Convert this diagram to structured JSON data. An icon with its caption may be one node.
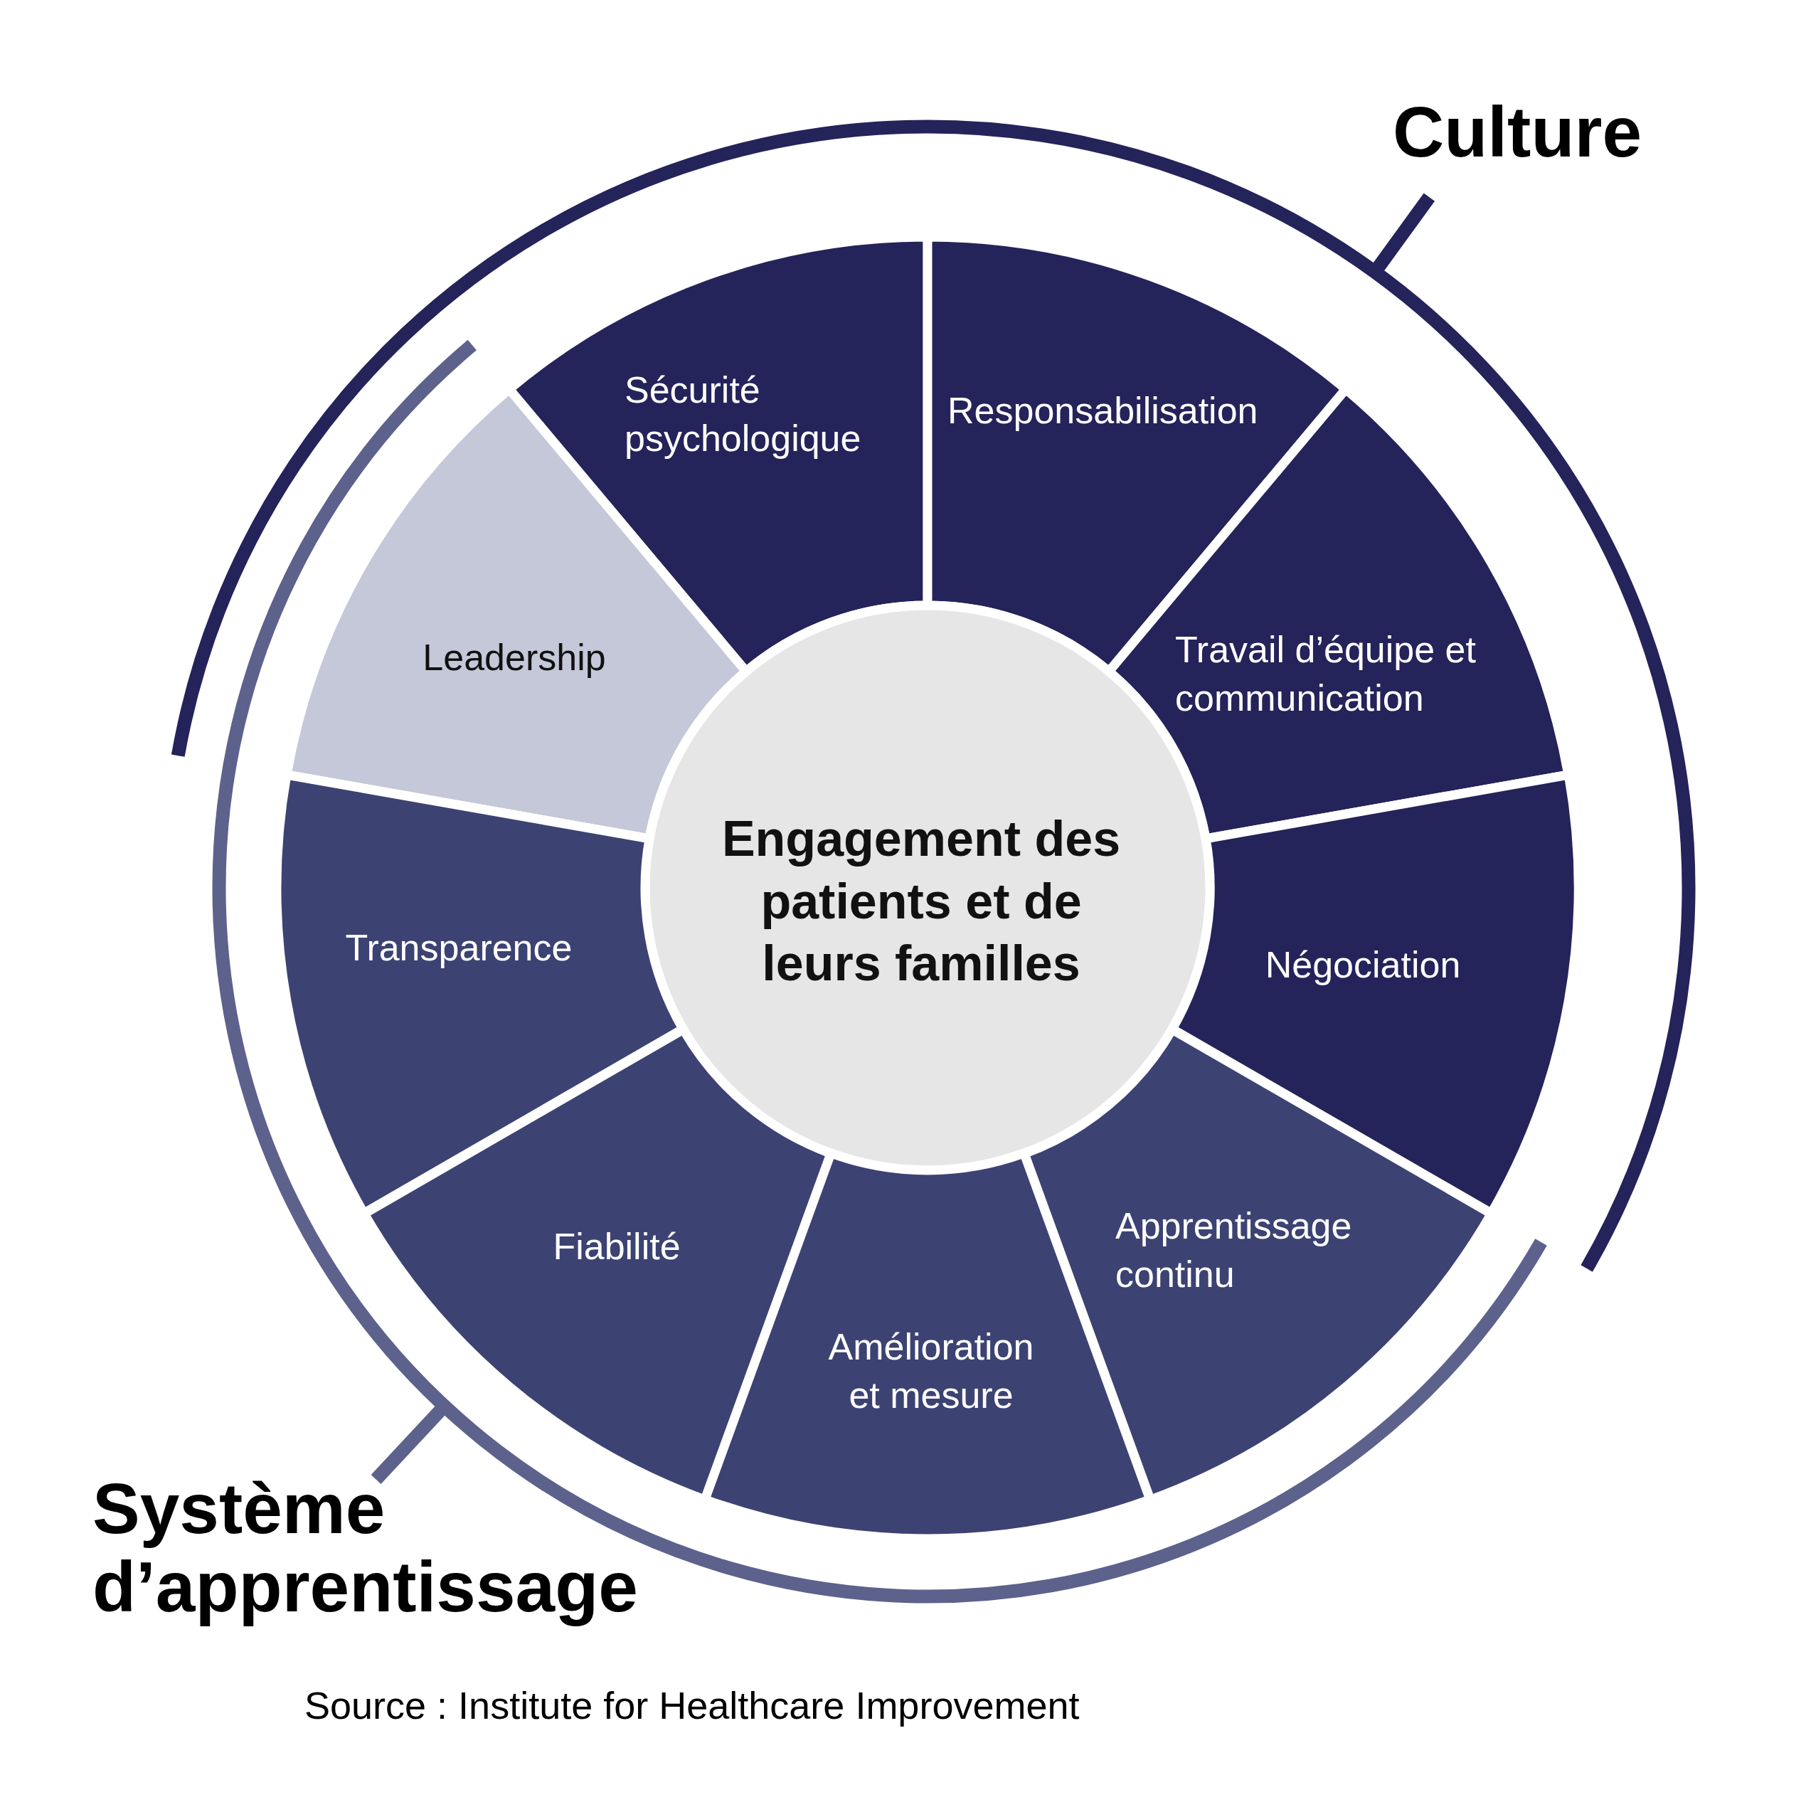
{
  "diagram": {
    "nodes": [
      {
        "text": [
          "Sécurité psychologique"
        ]
      },
      {
        "text": [
          "Responsabilisation"
        ]
      },
      {
        "text": [
          "Leadership"
        ]
      },
      {
        "text": [
          "Travail d’équipe et communication"
        ]
      },
      {
        "text": [
          "Engagement des patients et de leurs familles"
        ]
      },
      {
        "text": [
          "Transparence"
        ]
      },
      {
        "text": [
          "Négociation"
        ]
      },
      {
        "text": [
          "Fiabilité"
        ]
      },
      {
        "text": [
          "Apprentissage continu"
        ]
      },
      {
        "text": [
          "Amélioration et mesure"
        ]
      }
    ],
    "edges": [],
    "labels": [
      "Culture",
      "Système d’apprentissage",
      "Source : Institute for Healthcare Improvement"
    ]
  }
}
